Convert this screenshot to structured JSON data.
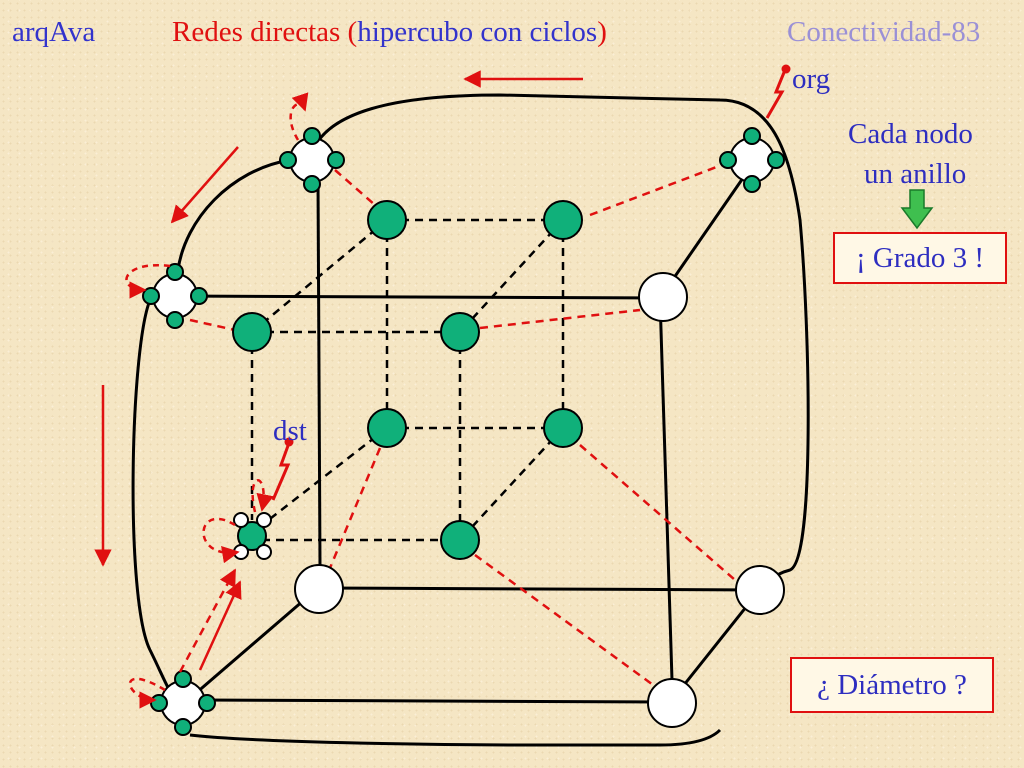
{
  "header": {
    "course": "arqAva",
    "title_part1": "Redes directas (",
    "title_part2": "hipercubo con ciclos",
    "title_part3": ")",
    "slide_id": "Conectividad-83"
  },
  "labels": {
    "origin": "org",
    "destination": "dst",
    "note_line1": "Cada nodo",
    "note_line2": "un anillo",
    "degree": "¡ Grado 3 !",
    "diameter": "¿ Diámetro ?"
  },
  "colors": {
    "node_fill": "#10b07a",
    "edge": "#000000",
    "ring_link": "#e01010",
    "text_blue": "#3333cc",
    "text_red": "#e01010",
    "arrow_fill": "#3fbf4f"
  }
}
